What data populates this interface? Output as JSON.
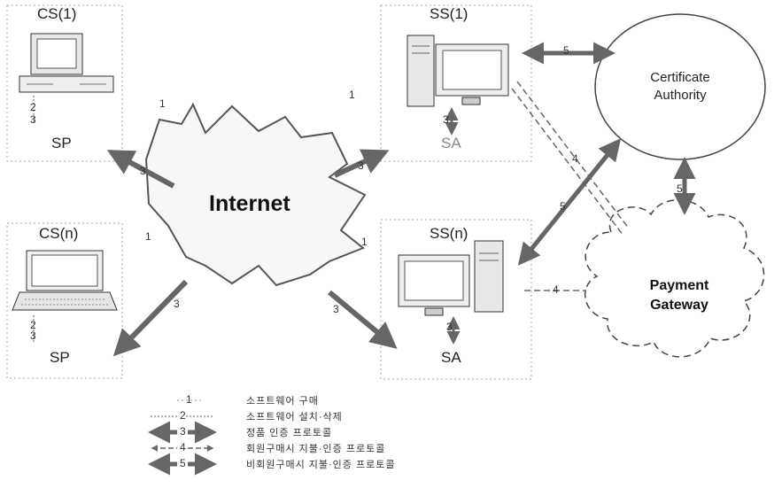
{
  "nodes": {
    "cs1": {
      "title": "CS(1)",
      "sub": "SP"
    },
    "csn": {
      "title": "CS(n)",
      "sub": "SP"
    },
    "ss1": {
      "title": "SS(1)",
      "sub": "SA"
    },
    "ssn": {
      "title": "SS(n)",
      "sub": "SA"
    },
    "internet": "Internet",
    "ca": {
      "line1": "Certificate",
      "line2": "Authority"
    },
    "pg": {
      "line1": "Payment",
      "line2": "Gateway"
    }
  },
  "edge_labels": {
    "n1": "1",
    "n2": "2",
    "n3": "3",
    "n4": "4",
    "n5": "5"
  },
  "legend": [
    {
      "num": "1",
      "text": "소프트웨어 구매"
    },
    {
      "num": "2",
      "text": "소프트웨어  설치·삭제"
    },
    {
      "num": "3",
      "text": "정품 인증 프로토콜"
    },
    {
      "num": "4",
      "text": "회원구매시  지불·인증 프로토콜"
    },
    {
      "num": "5",
      "text": "비회원구매시  지불·인증 프로토콜"
    }
  ]
}
